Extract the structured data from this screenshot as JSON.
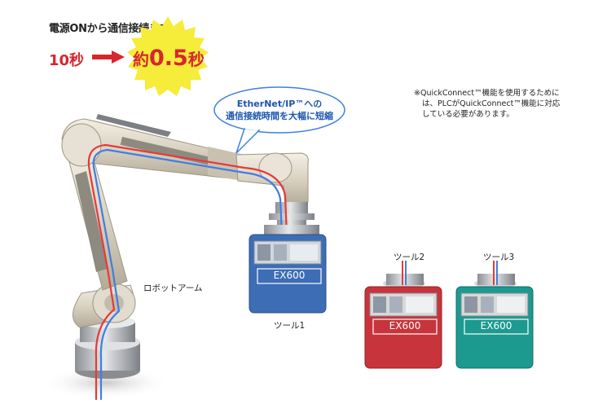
{
  "headline": "電源ONから通信接続まで",
  "time_before": "10秒",
  "time_after_value": "0.5",
  "time_after_prefix": "約",
  "time_after_suffix": "秒",
  "callout_line1": "EtherNet/IP™への",
  "callout_line2": "通信接続時間を大幅に短縮",
  "note_line1": "※QuickConnect™機能を使用するために",
  "note_line2": "は、PLCがQuickConnect™機能に対応",
  "note_line3": "している必要があります。",
  "robot_label": "ロボットアーム",
  "tools": [
    {
      "label": "ツール1",
      "module": "EX600",
      "color": "#3d6db5"
    },
    {
      "label": "ツール2",
      "module": "EX600",
      "color": "#c8343b"
    },
    {
      "label": "ツール3",
      "module": "EX600",
      "color": "#1c9a8f"
    }
  ],
  "colors": {
    "accent_red": "#d7262e",
    "burst_yellow": "#f6ec3a",
    "cable_red": "#e53a3a",
    "cable_blue": "#3f7fe0"
  }
}
